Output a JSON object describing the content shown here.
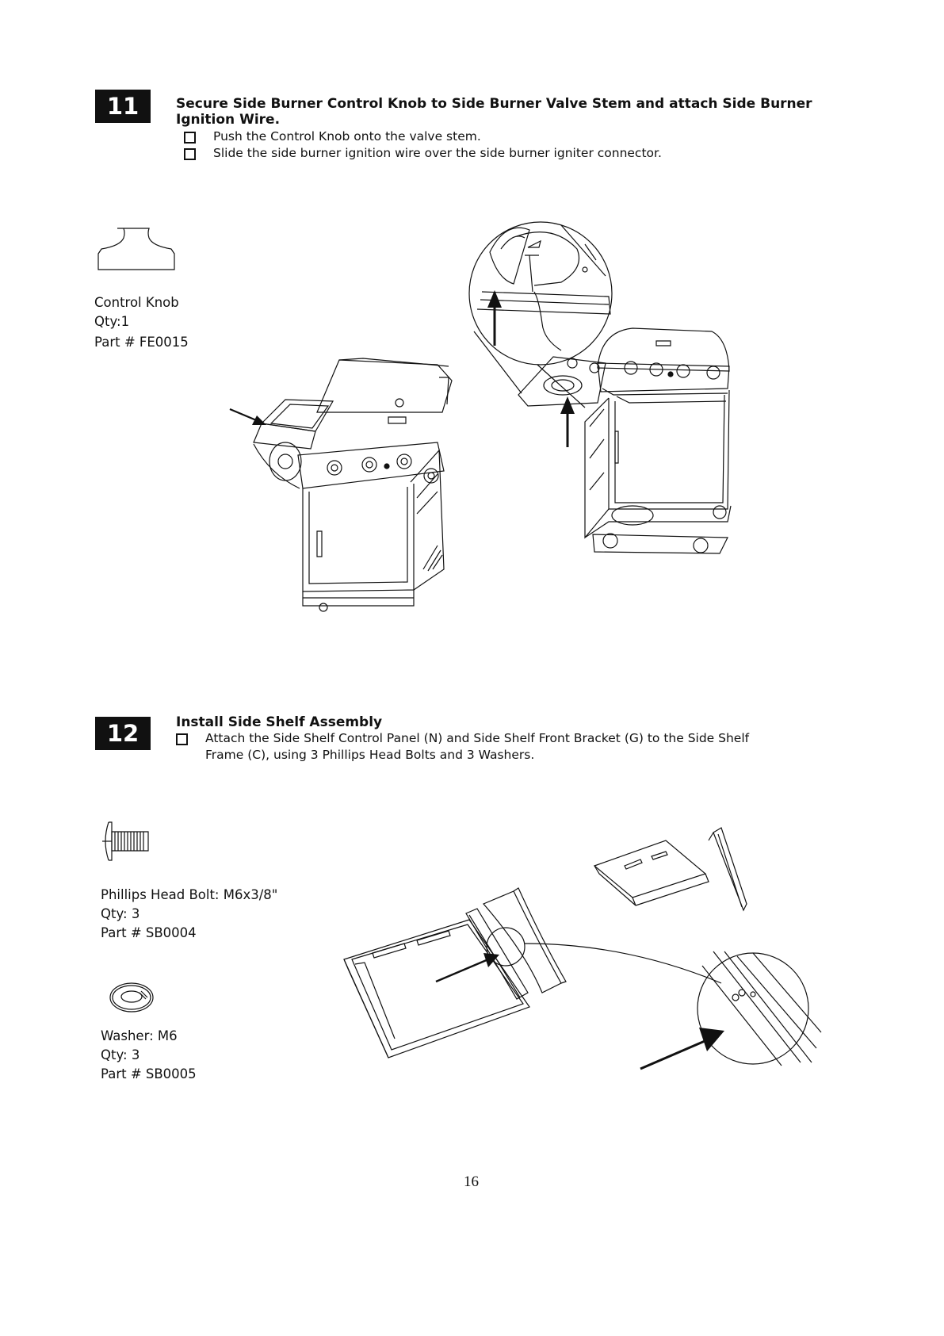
{
  "step11": {
    "number": "11",
    "title": "Secure Side Burner Control Knob to Side Burner Valve Stem and attach Side Burner Ignition Wire.",
    "instructions": [
      "Push the Control Knob onto the valve stem.",
      "Slide the side burner ignition wire over the side burner igniter connector."
    ],
    "part": {
      "name": "Control Knob",
      "qty": "Qty:1",
      "part_no": "Part # FE0015"
    }
  },
  "step12": {
    "number": "12",
    "title": "Install Side Shelf Assembly",
    "instructions": [
      "Attach the Side Shelf Control Panel (N) and Side Shelf Front Bracket (G) to the Side Shelf Frame (C), using 3 Phillips Head Bolts and 3 Washers."
    ],
    "parts": [
      {
        "name": "Phillips Head Bolt: M6x3/8\"",
        "qty": "Qty: 3",
        "part_no": "Part # SB0004"
      },
      {
        "name": "Washer: M6",
        "qty": "Qty: 3",
        "part_no": "Part # SB0005"
      }
    ]
  },
  "footer": {
    "page_number": "16"
  },
  "colors": {
    "ink": "#111111",
    "paper": "#ffffff"
  }
}
